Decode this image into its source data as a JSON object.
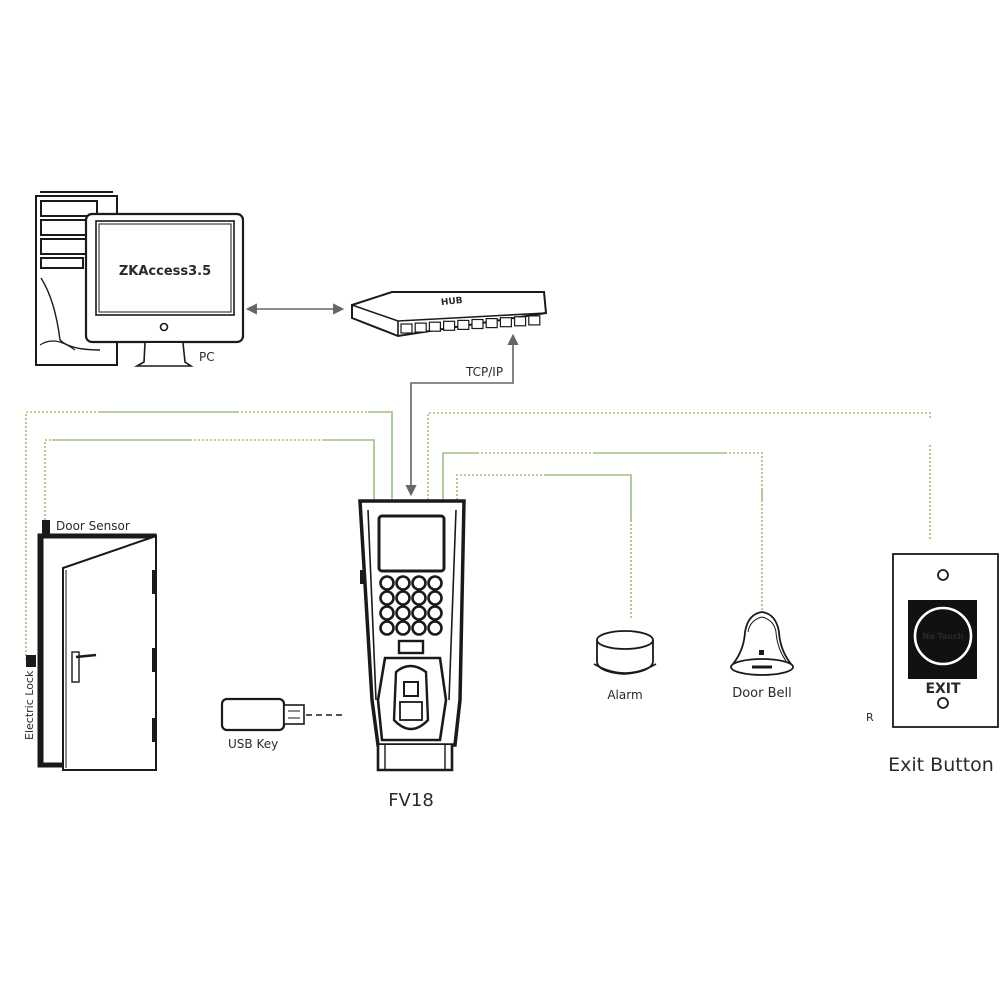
{
  "title": "FV18 access control wiring diagram",
  "colors": {
    "wire": "#9dc27a",
    "network": "#666666",
    "outline": "#1a1a1a"
  },
  "pc": {
    "label": "PC",
    "screen_text": "ZKAccess3.5"
  },
  "hub": {
    "label": "HUB",
    "port_count": 10
  },
  "network_link": {
    "label": "TCP/IP"
  },
  "door": {
    "sensor_label": "Door Sensor",
    "lock_label": "Electric Lock"
  },
  "usb": {
    "label": "USB Key"
  },
  "device": {
    "label": "FV18",
    "keypad_rows": 4,
    "keypad_cols": 4
  },
  "alarm": {
    "label": "Alarm"
  },
  "door_bell": {
    "label": "Door Bell"
  },
  "exit_button": {
    "label": "Exit Button",
    "touch_text": "No Touch",
    "exit_text": "EXIT",
    "side_mark": "R"
  }
}
